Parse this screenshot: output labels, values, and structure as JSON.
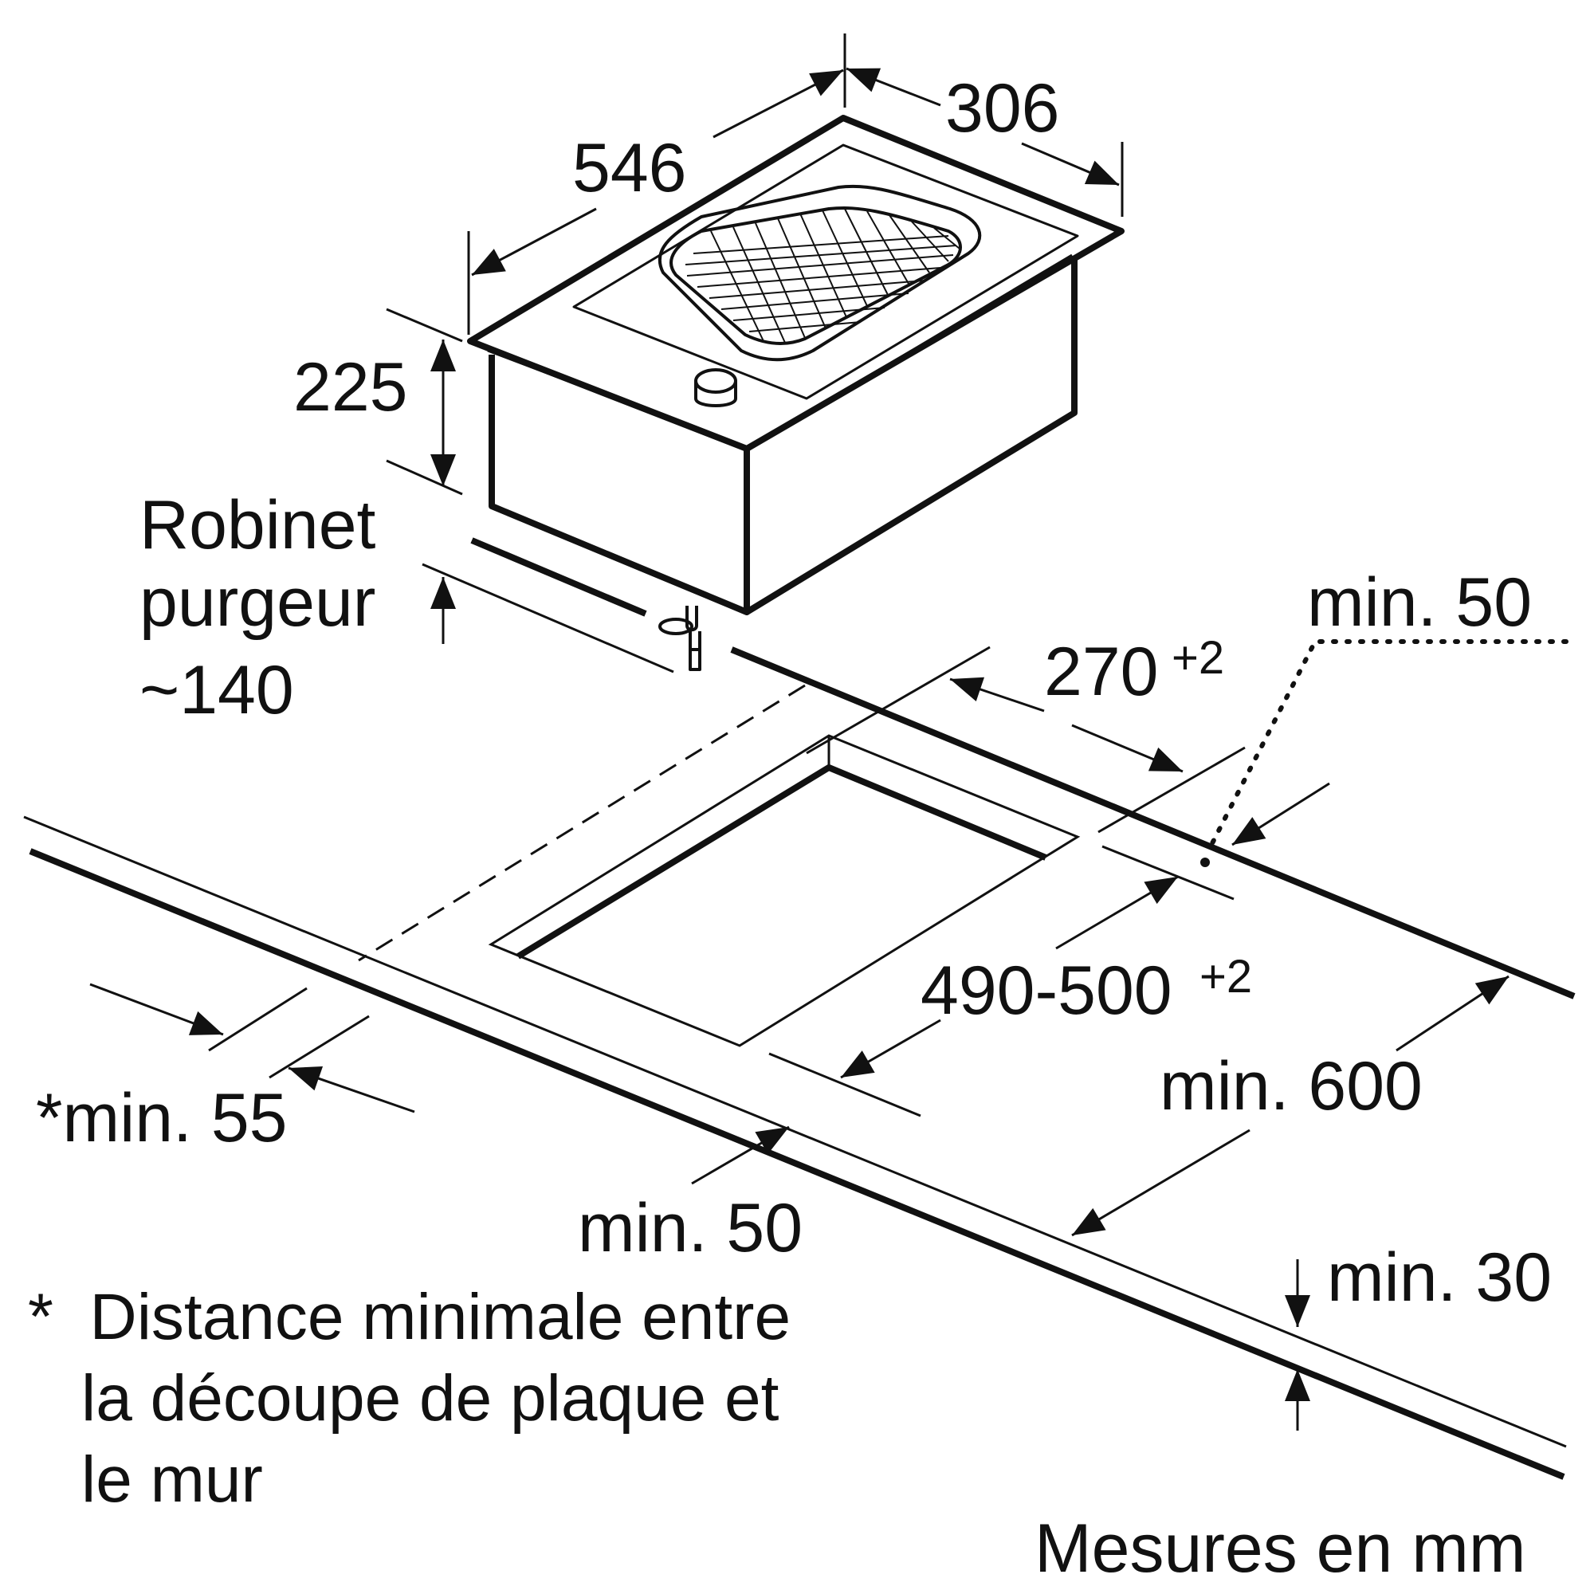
{
  "labels": {
    "width_306": "306",
    "depth_546": "546",
    "height_225": "225",
    "tap_line1": "Robinet",
    "tap_line2": "purgeur",
    "tap_value": "~140",
    "min50_right": "min. 50",
    "cut_270": "270",
    "cut_270_tol": "+2",
    "cut_490": "490-500",
    "cut_490_tol": "+2",
    "min600": "min. 600",
    "min55": "*min. 55",
    "min50_front": "min. 50",
    "min30": "min. 30",
    "footnote_line1": "*  Distance minimale entre",
    "footnote_line2": "la découpe de plaque et",
    "footnote_line3": "le mur",
    "units": "Mesures en mm"
  },
  "colors": {
    "ink": "#111111",
    "paper": "#ffffff"
  }
}
